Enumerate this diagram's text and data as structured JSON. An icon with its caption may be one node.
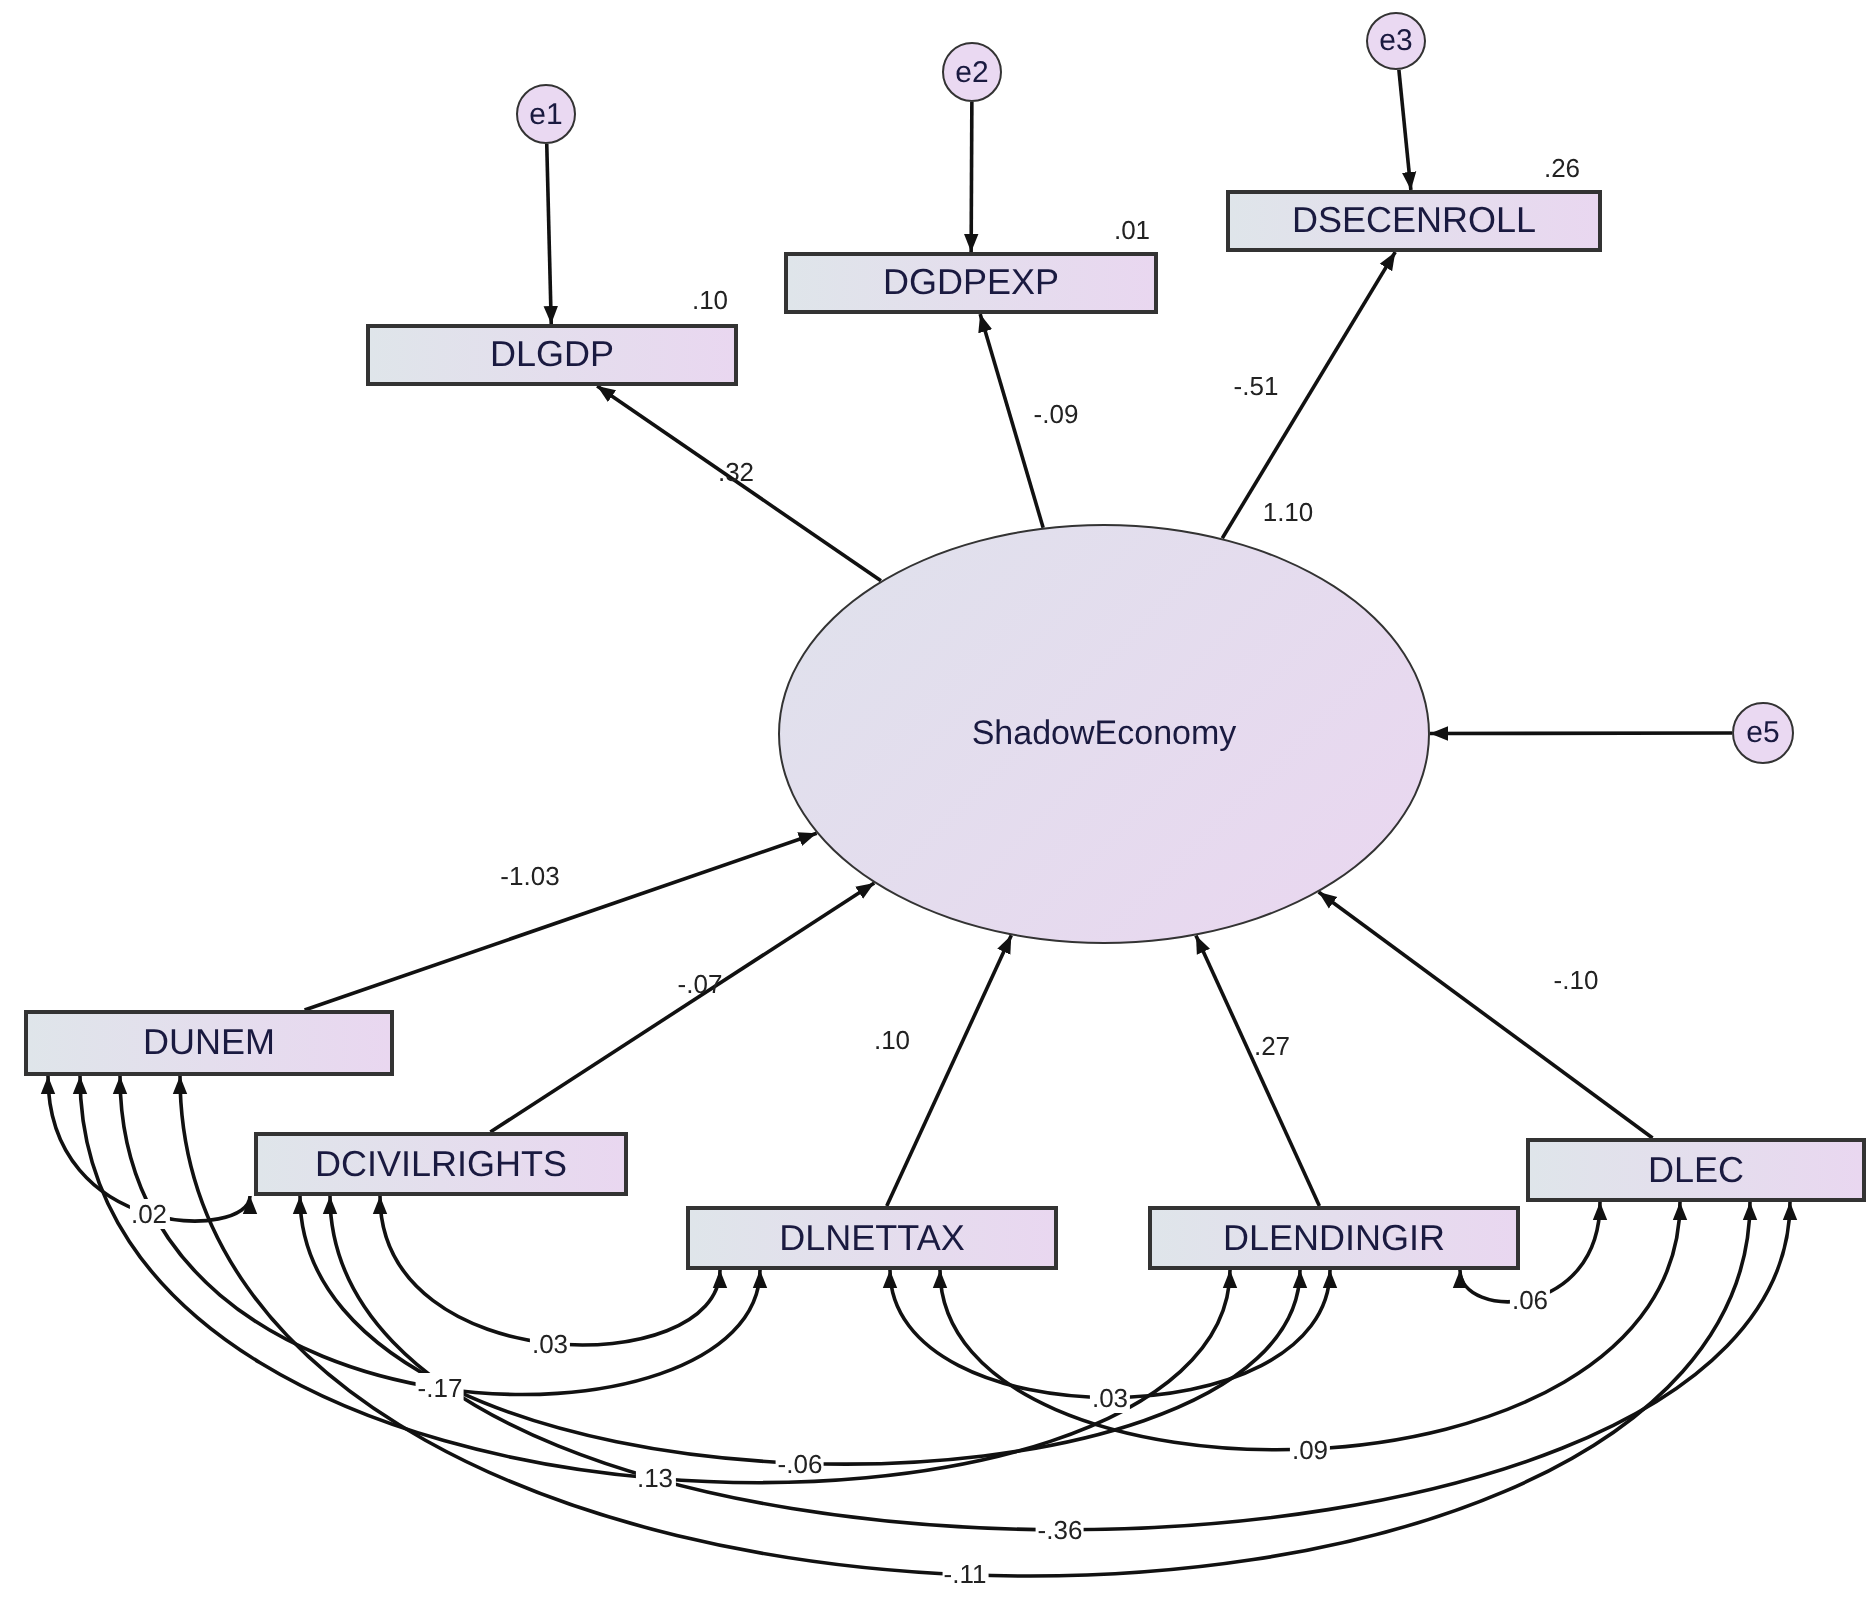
{
  "diagram": {
    "nodes": [
      {
        "text": [
          "e1"
        ]
      },
      {
        "text": [
          "e2"
        ]
      },
      {
        "text": [
          "e3"
        ]
      },
      {
        "text": [
          "DLGDP"
        ],
        "beside": [
          ".10"
        ]
      },
      {
        "text": [
          "DGDPEXP"
        ],
        "beside": [
          ".01"
        ]
      },
      {
        "text": [
          "DSECENROLL"
        ],
        "beside": [
          ".26"
        ]
      },
      {
        "text": [
          "ShadowEconomy"
        ],
        "beside": [
          "1.10"
        ]
      },
      {
        "text": [
          "e5"
        ]
      },
      {
        "text": [
          "DUNEM"
        ]
      },
      {
        "text": [
          "DCIVILRIGHTS"
        ]
      },
      {
        "text": [
          "DLNETTAX"
        ]
      },
      {
        "text": [
          "DLENDINGIR"
        ]
      },
      {
        "text": [
          "DLEC"
        ]
      }
    ],
    "edges": [
      {
        "from": 0,
        "to": 3,
        "arrow": "to"
      },
      {
        "from": 1,
        "to": 4,
        "arrow": "to"
      },
      {
        "from": 2,
        "to": 5,
        "arrow": "to"
      },
      {
        "from": 6,
        "to": 3,
        "arrow": "to",
        "label": ".32"
      },
      {
        "from": 6,
        "to": 4,
        "arrow": "to",
        "label": "-.09"
      },
      {
        "from": 6,
        "to": 5,
        "arrow": "to",
        "label": "-.51"
      },
      {
        "from": 7,
        "to": 6,
        "arrow": "to"
      },
      {
        "from": 8,
        "to": 6,
        "arrow": "to",
        "label": "-1.03"
      },
      {
        "from": 9,
        "to": 6,
        "arrow": "to",
        "label": "-.07"
      },
      {
        "from": 10,
        "to": 6,
        "arrow": "to",
        "label": ".10"
      },
      {
        "from": 11,
        "to": 6,
        "arrow": "to",
        "label": ".27"
      },
      {
        "from": 12,
        "to": 6,
        "arrow": "to",
        "label": "-.10"
      },
      {
        "from": 8,
        "to": 9,
        "arrow": "both",
        "label": ".02"
      },
      {
        "from": 9,
        "to": 10,
        "arrow": "both",
        "label": ".03"
      },
      {
        "from": 8,
        "to": 10,
        "arrow": "both",
        "label": "-.17"
      },
      {
        "from": 8,
        "to": 11,
        "arrow": "both",
        "label": ".13"
      },
      {
        "from": 9,
        "to": 11,
        "arrow": "both",
        "label": "-.06"
      },
      {
        "from": 10,
        "to": 11,
        "arrow": "both",
        "label": ".03"
      },
      {
        "from": 11,
        "to": 12,
        "arrow": "both",
        "label": ".06"
      },
      {
        "from": 10,
        "to": 12,
        "arrow": "both",
        "label": ".09"
      },
      {
        "from": 8,
        "to": 12,
        "arrow": "both",
        "label": "-.11"
      },
      {
        "from": 9,
        "to": 12,
        "arrow": "both",
        "label": "-.36"
      }
    ]
  }
}
